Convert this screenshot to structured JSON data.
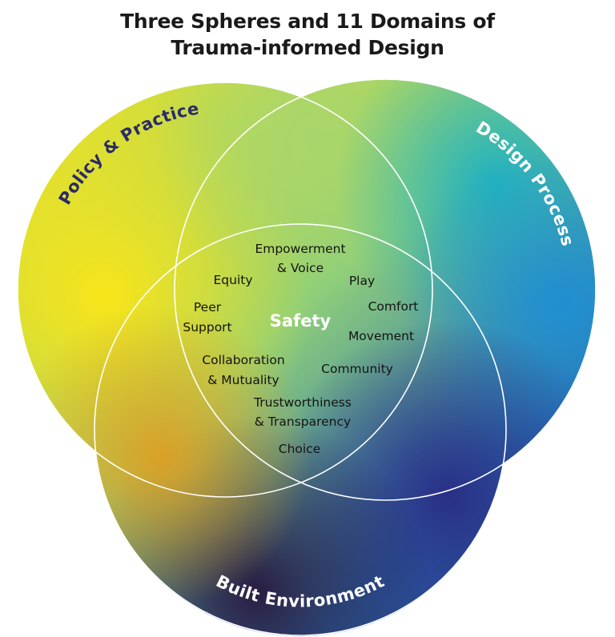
{
  "title": {
    "line1": "Three Spheres and 11 Domains of",
    "line2": "Trauma-informed Design"
  },
  "spheres": {
    "policy": "Policy & Practice",
    "design": "Design Process",
    "built": "Built Environment"
  },
  "center": "Safety",
  "domains": {
    "empowerment": [
      "Empowerment",
      "& Voice"
    ],
    "equity": "Equity",
    "play": "Play",
    "peer": [
      "Peer",
      "Support"
    ],
    "comfort": "Comfort",
    "movement": "Movement",
    "collaboration": [
      "Collaboration",
      "& Mutuality"
    ],
    "community": "Community",
    "trust": [
      "Trustworthiness",
      "& Transparency"
    ],
    "choice": "Choice"
  },
  "colors": {
    "yellow": "#f4e41c",
    "teal": "#1fb0c0",
    "blue": "#2b3f93",
    "purple": "#2a1f45",
    "orange": "#dca024"
  }
}
